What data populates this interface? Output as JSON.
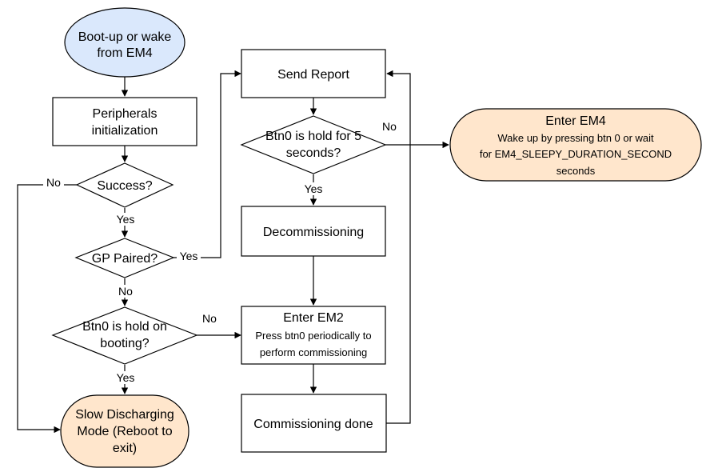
{
  "nodes": {
    "boot": {
      "lines": [
        "Boot-up or wake",
        "from EM4"
      ]
    },
    "peripherals": {
      "lines": [
        "Peripherals",
        "initialization"
      ]
    },
    "success": {
      "lines": [
        "Success?"
      ]
    },
    "gp_paired": {
      "lines": [
        "GP Paired?"
      ]
    },
    "btn0_booting": {
      "lines": [
        "Btn0 is hold on",
        "booting?"
      ]
    },
    "slow_discharging": {
      "lines": [
        "Slow Discharging",
        "Mode (Reboot to",
        "exit)"
      ]
    },
    "send_report": {
      "lines": [
        "Send Report"
      ]
    },
    "btn0_hold5": {
      "lines": [
        "Btn0 is hold for 5",
        "seconds?"
      ]
    },
    "decommissioning": {
      "lines": [
        "Decommissioning"
      ]
    },
    "enter_em2": {
      "title": "Enter EM2",
      "lines": [
        "Press btn0 periodically to",
        "perform commissioning"
      ]
    },
    "commissioning_done": {
      "lines": [
        "Commissioning done"
      ]
    },
    "enter_em4": {
      "title": "Enter EM4",
      "lines": [
        "Wake up by pressing btn 0 or wait",
        "for EM4_SLEEPY_DURATION_SECOND",
        "seconds"
      ]
    }
  },
  "edges": {
    "success_no": "No",
    "success_yes": "Yes",
    "gp_yes": "Yes",
    "gp_no": "No",
    "btn0_booting_no": "No",
    "btn0_booting_yes": "Yes",
    "hold5_no": "No",
    "hold5_yes": "Yes"
  },
  "colors": {
    "start_fill": "#dae8fc",
    "start_stroke": "#6c8ebf",
    "terminal_fill": "#ffe6cc",
    "terminal_stroke": "#d79b00",
    "line": "#000000"
  }
}
